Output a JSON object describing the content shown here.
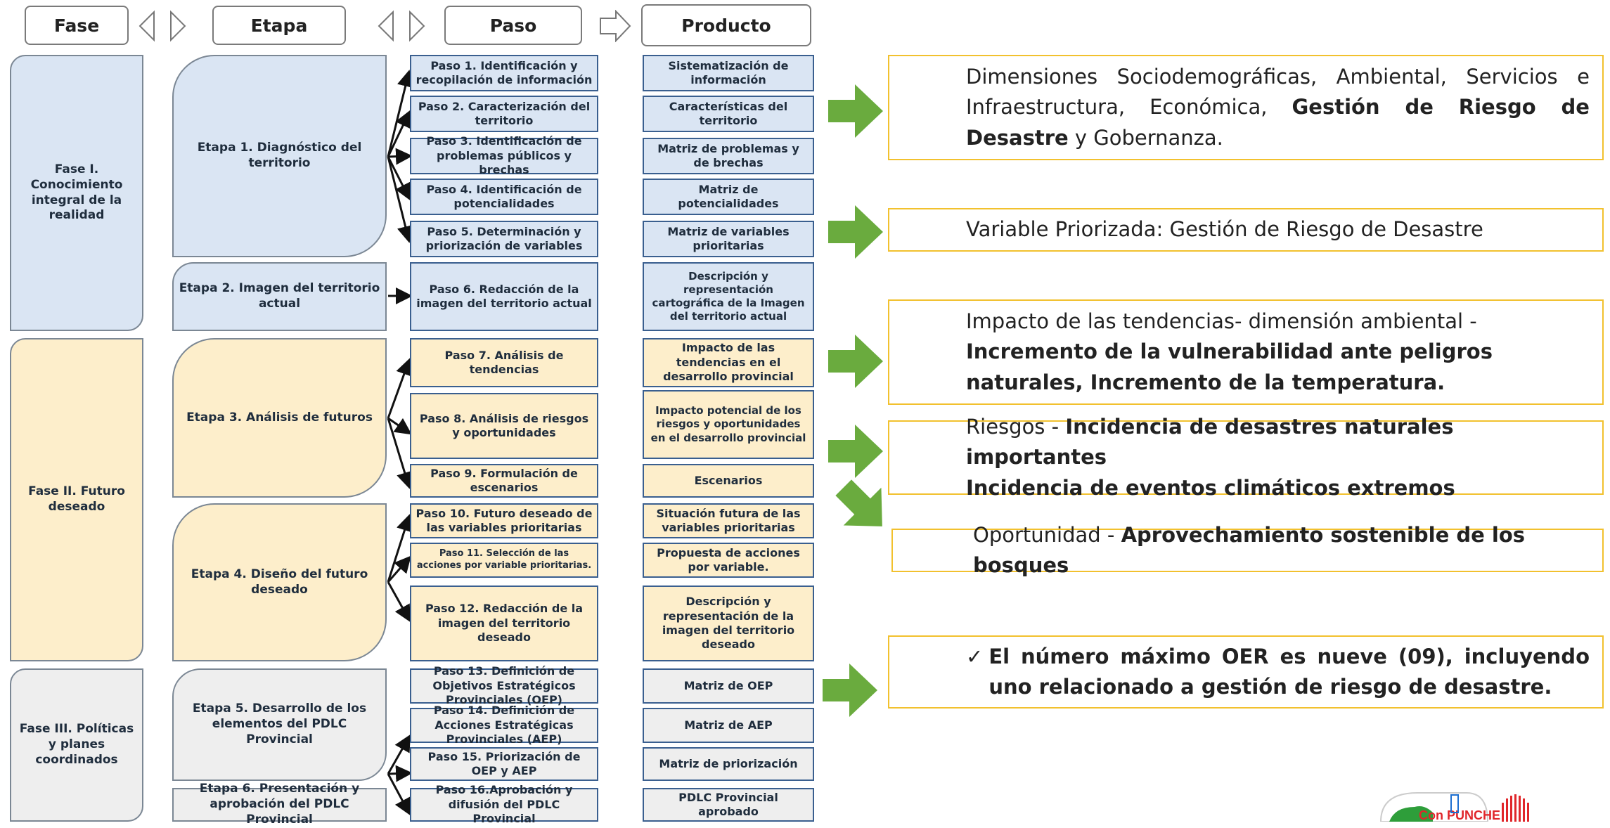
{
  "headers": {
    "fase": "Fase",
    "etapa": "Etapa",
    "paso": "Paso",
    "producto": "Producto"
  },
  "fases": [
    {
      "label": "Fase I. Conocimiento integral de la realidad"
    },
    {
      "label": "Fase II. Futuro deseado"
    },
    {
      "label": "Fase III. Políticas y planes coordinados"
    }
  ],
  "etapas": [
    {
      "label": "Etapa 1. Diagnóstico del territorio"
    },
    {
      "label": "Etapa 2. Imagen del territorio actual"
    },
    {
      "label": "Etapa 3. Análisis de futuros"
    },
    {
      "label": "Etapa 4. Diseño del futuro deseado"
    },
    {
      "label": "Etapa 5. Desarrollo de los elementos del PDLC Provincial"
    },
    {
      "label": "Etapa 6. Presentación y aprobación del PDLC Provincial"
    }
  ],
  "pasos": [
    {
      "label": "Paso 1. Identificación y recopilación de información"
    },
    {
      "label": "Paso 2. Caracterización del territorio"
    },
    {
      "label": "Paso 3. Identificación de problemas públicos y brechas"
    },
    {
      "label": "Paso 4. Identificación de potencialidades"
    },
    {
      "label": "Paso 5. Determinación y priorización de variables"
    },
    {
      "label": "Paso 6. Redacción de la imagen del territorio actual"
    },
    {
      "label": "Paso 7. Análisis de tendencias"
    },
    {
      "label": "Paso 8. Análisis de riesgos y oportunidades"
    },
    {
      "label": "Paso 9. Formulación de escenarios"
    },
    {
      "label": "Paso 10. Futuro deseado de las variables prioritarias"
    },
    {
      "label": "Paso 11. Selección de las acciones por variable prioritarias."
    },
    {
      "label": "Paso 12. Redacción de la imagen del territorio deseado"
    },
    {
      "label": "Paso 13. Definición de Objetivos Estratégicos Provinciales (OEP)"
    },
    {
      "label": "Paso 14. Definición de Acciones Estratégicas Provinciales (AEP)"
    },
    {
      "label": "Paso 15. Priorización de OEP y AEP"
    },
    {
      "label": "Paso 16.Aprobación y difusión del PDLC Provincial"
    }
  ],
  "productos": [
    {
      "label": "Sistematización de información"
    },
    {
      "label": "Características del territorio"
    },
    {
      "label": "Matriz de problemas y de brechas"
    },
    {
      "label": "Matriz de potencialidades"
    },
    {
      "label": "Matriz de variables prioritarias"
    },
    {
      "label": "Descripción y representación cartográfica de la Imagen del territorio actual"
    },
    {
      "label": "Impacto de las tendencias en el desarrollo provincial"
    },
    {
      "label": "Impacto potencial de los riesgos y oportunidades en el desarrollo provincial"
    },
    {
      "label": "Escenarios"
    },
    {
      "label": "Situación futura de las variables prioritarias"
    },
    {
      "label": "Propuesta de acciones por variable."
    },
    {
      "label": "Descripción y representación de la imagen del territorio deseado"
    },
    {
      "label": "Matriz  de OEP"
    },
    {
      "label": "Matriz de AEP"
    },
    {
      "label": "Matriz de priorización"
    },
    {
      "label": "PDLC Provincial aprobado"
    }
  ],
  "notes": {
    "n1": {
      "t1": "Dimensiones Sociodemográficas, Ambiental, Servicios e Infraestructura, Económica, ",
      "b1": "Gestión de Riesgo de Desastre",
      "t2": " y Gobernanza."
    },
    "n2": {
      "t1": "Variable Priorizada: Gestión de Riesgo de Desastre"
    },
    "n3": {
      "t1": "Impacto de las tendencias- dimensión ambiental - ",
      "b1": "Incremento de la vulnerabilidad ante peligros naturales, Incremento de la temperatura."
    },
    "n4": {
      "t1": "Riesgos - ",
      "b1": "Incidencia de desastres naturales importantes",
      "b2": "Incidencia de eventos climáticos extremos"
    },
    "n5": {
      "t1": "Oportunidad - ",
      "b1": "Aprovechamiento sostenible de los bosques"
    },
    "n6": {
      "check": "✓",
      "b1": "El número máximo OER es nueve (09), incluyendo uno relacionado a gestión de riesgo de desastre."
    }
  },
  "logo": {
    "text": "Con PUNCHE"
  },
  "colors": {
    "blue_fill": "#dae5f3",
    "yellow_fill": "#fdeecb",
    "gray_fill": "#eeeeee",
    "note_border": "#f2c12e",
    "green_arrow": "#6aab3e",
    "logo_red": "#e0262a"
  }
}
